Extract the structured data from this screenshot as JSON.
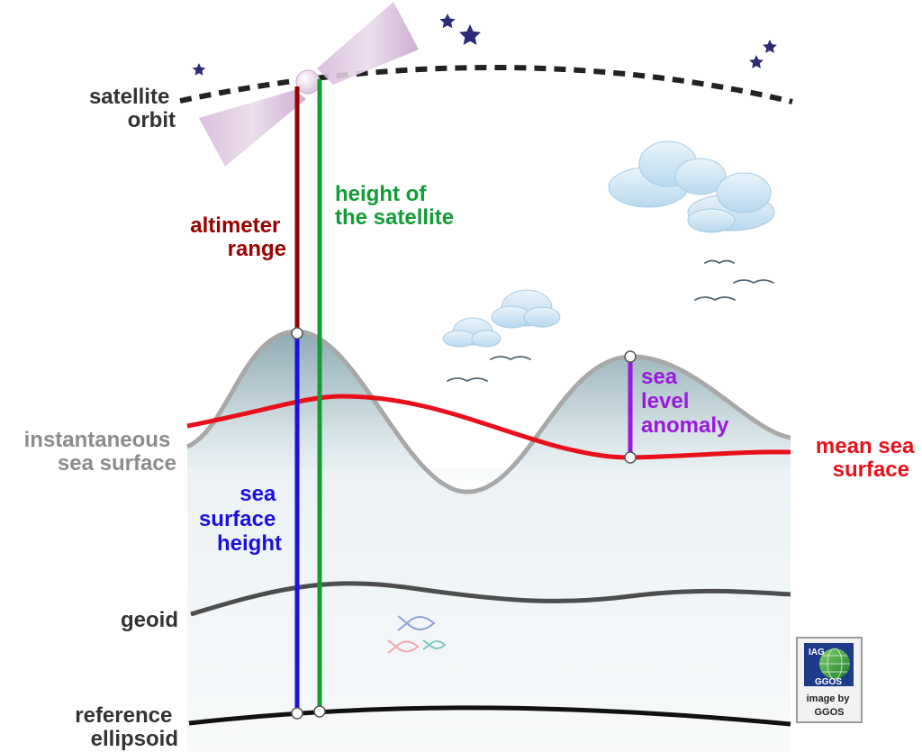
{
  "labels": {
    "satellite_orbit": [
      "satellite",
      "orbit"
    ],
    "altimeter_range": [
      "altimeter",
      "range"
    ],
    "height_of_satellite": [
      "height of",
      "the satellite"
    ],
    "instantaneous_sea_surface": [
      "instantaneous",
      "sea surface"
    ],
    "mean_sea_surface": [
      "mean sea",
      "surface"
    ],
    "sea_level_anomaly": [
      "sea",
      "level",
      "anomaly"
    ],
    "sea_surface_height": [
      "sea",
      "surface",
      "height"
    ],
    "geoid": [
      "geoid"
    ],
    "reference_ellipsoid": [
      "reference",
      "ellipsoid"
    ]
  },
  "credit": {
    "logo_top": "IAG",
    "logo_bottom": "GGOS",
    "caption": [
      "image by",
      "GGOS"
    ]
  },
  "colors": {
    "orbit": "#222222",
    "altimeter_range": "#990000",
    "height_of_satellite": "#129c36",
    "sea_surface_height": "#1b10e0",
    "sea_level_anomaly": "#9a19dc",
    "mean_sea_surface": "#e8101a",
    "instantaneous_sea_surface": "#a8a8a8",
    "geoid": "#4d4d4d",
    "reference_ellipsoid": "#111111",
    "stars": "#2b2b78"
  }
}
